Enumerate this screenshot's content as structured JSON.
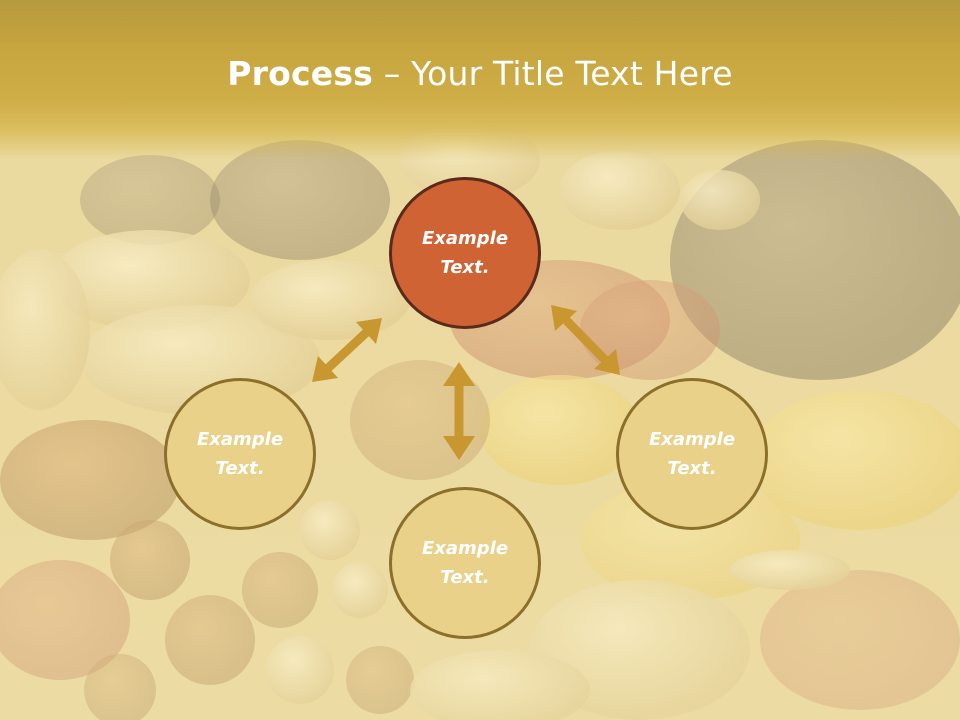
{
  "title": {
    "bold": "Process",
    "rest": " – Your Title Text Here"
  },
  "colors": {
    "title_band": "#c6a43e",
    "accent_orange": "#cf6334",
    "node_fill": "#ead189",
    "arrow": "#c9972f"
  },
  "nodes": [
    {
      "id": "top",
      "label": "Example\nText.",
      "color": "orange"
    },
    {
      "id": "left",
      "label": "Example\nText.",
      "color": "gold"
    },
    {
      "id": "right",
      "label": "Example\nText.",
      "color": "gold"
    },
    {
      "id": "bottom",
      "label": "Example\nText.",
      "color": "gold"
    }
  ]
}
